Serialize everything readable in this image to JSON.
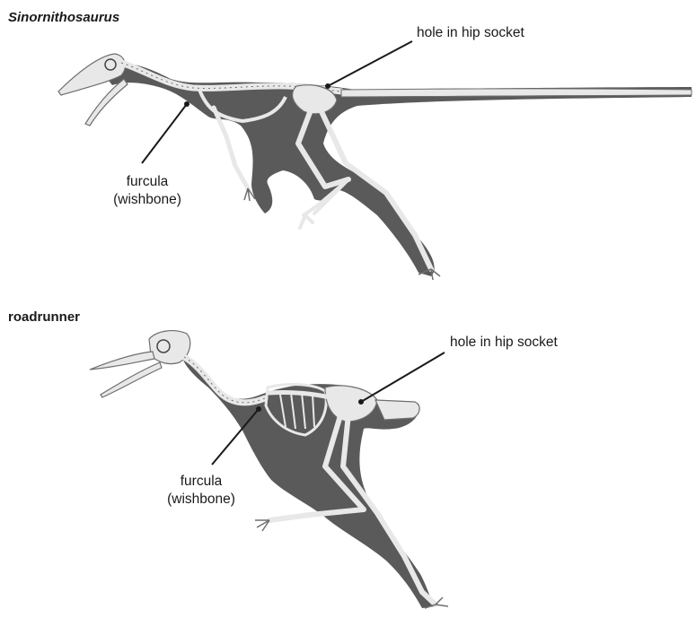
{
  "panels": [
    {
      "title": "Sinornithosaurus",
      "labels": {
        "hip": "hole in hip socket",
        "furcula_line1": "furcula",
        "furcula_line2": "(wishbone)"
      }
    },
    {
      "title": "roadrunner",
      "labels": {
        "hip": "hole in hip socket",
        "furcula_line1": "furcula",
        "furcula_line2": "(wishbone)"
      }
    }
  ],
  "colors": {
    "body_fill": "#5a5a5a",
    "bone": "#e8e8e8",
    "bone_outline": "#6e6e6e",
    "leader_line": "#1a1a1a"
  }
}
